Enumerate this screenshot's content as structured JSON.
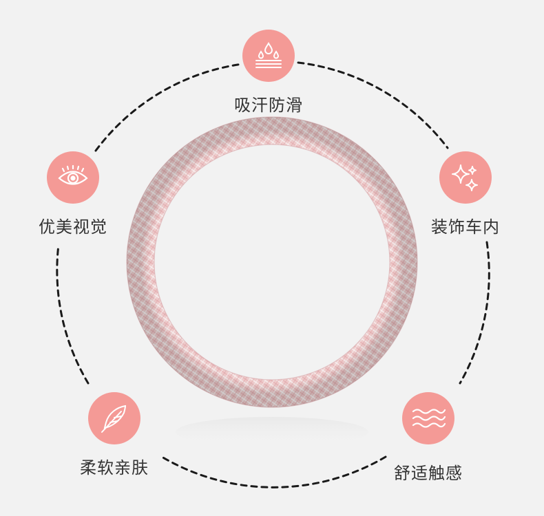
{
  "features": {
    "top": {
      "label": "吸汗防滑",
      "icon": "sweat-drops-icon"
    },
    "left": {
      "label": "优美视觉",
      "icon": "eye-icon"
    },
    "right": {
      "label": "装饰车内",
      "icon": "sparkle-icon"
    },
    "bottom_left": {
      "label": "柔软亲肤",
      "icon": "feather-icon"
    },
    "bottom_right": {
      "label": "舒适触感",
      "icon": "waves-icon"
    }
  },
  "colors": {
    "background": "#f2f2f2",
    "badge": "#f49a96",
    "label_text": "#333333",
    "ring_dashes": "#1a1a1a",
    "wheel_pink": "#f1c9c9"
  }
}
